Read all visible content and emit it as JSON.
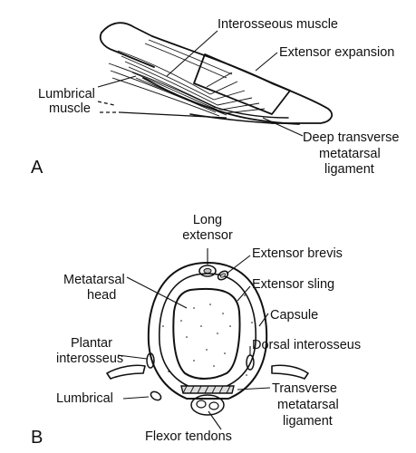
{
  "panel_a": {
    "letter": "A",
    "labels": {
      "interosseous_muscle": "Interosseous muscle",
      "extensor_expansion": "Extensor expansion",
      "lumbrical_1": "Lumbrical",
      "lumbrical_2": "muscle",
      "deep_transverse_1": "Deep transverse",
      "deep_transverse_2": "metatarsal",
      "deep_transverse_3": "ligament"
    }
  },
  "panel_b": {
    "letter": "B",
    "labels": {
      "long_extensor_1": "Long",
      "long_extensor_2": "extensor",
      "extensor_brevis": "Extensor brevis",
      "metatarsal_head_1": "Metatarsal",
      "metatarsal_head_2": "head",
      "extensor_sling": "Extensor sling",
      "capsule": "Capsule",
      "plantar_interosseus_1": "Plantar",
      "plantar_interosseus_2": "interosseus",
      "dorsal_interosseus": "Dorsal interosseus",
      "lumbrical": "Lumbrical",
      "transverse_metatarsal_1": "Transverse",
      "transverse_metatarsal_2": "metatarsal",
      "transverse_metatarsal_3": "ligament",
      "flexor_tendons": "Flexor tendons"
    }
  }
}
